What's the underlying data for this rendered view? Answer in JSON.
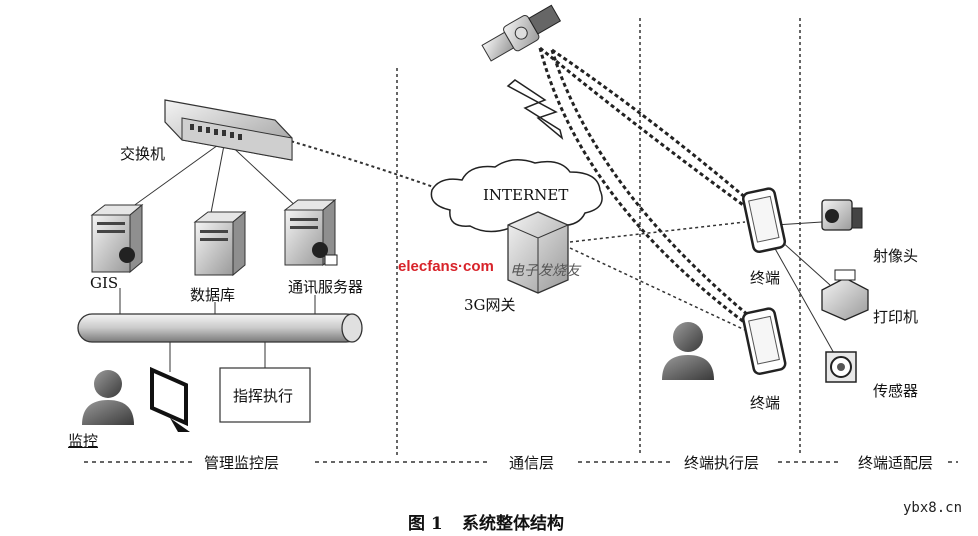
{
  "nodes": {
    "switch": "交换机",
    "gis": "GIS",
    "database": "数据库",
    "comm_server": "通讯服务器",
    "internet": "INTERNET",
    "gateway": "3G网关",
    "terminal_top": "终端",
    "terminal_bottom": "终端",
    "camera": "射像头",
    "printer": "打印机",
    "sensor": "传感器",
    "monitor": "监控",
    "command": "指挥执行"
  },
  "layers": {
    "management": "管理监控层",
    "communication": "通信层",
    "execution": "终端执行层",
    "adaptation": "终端适配层"
  },
  "caption": {
    "number": "图 1",
    "title": "系统整体结构"
  },
  "watermark": {
    "brand": "elecfans·com",
    "brand_cn": "电子发烧友",
    "site": "ybx8.cn"
  }
}
